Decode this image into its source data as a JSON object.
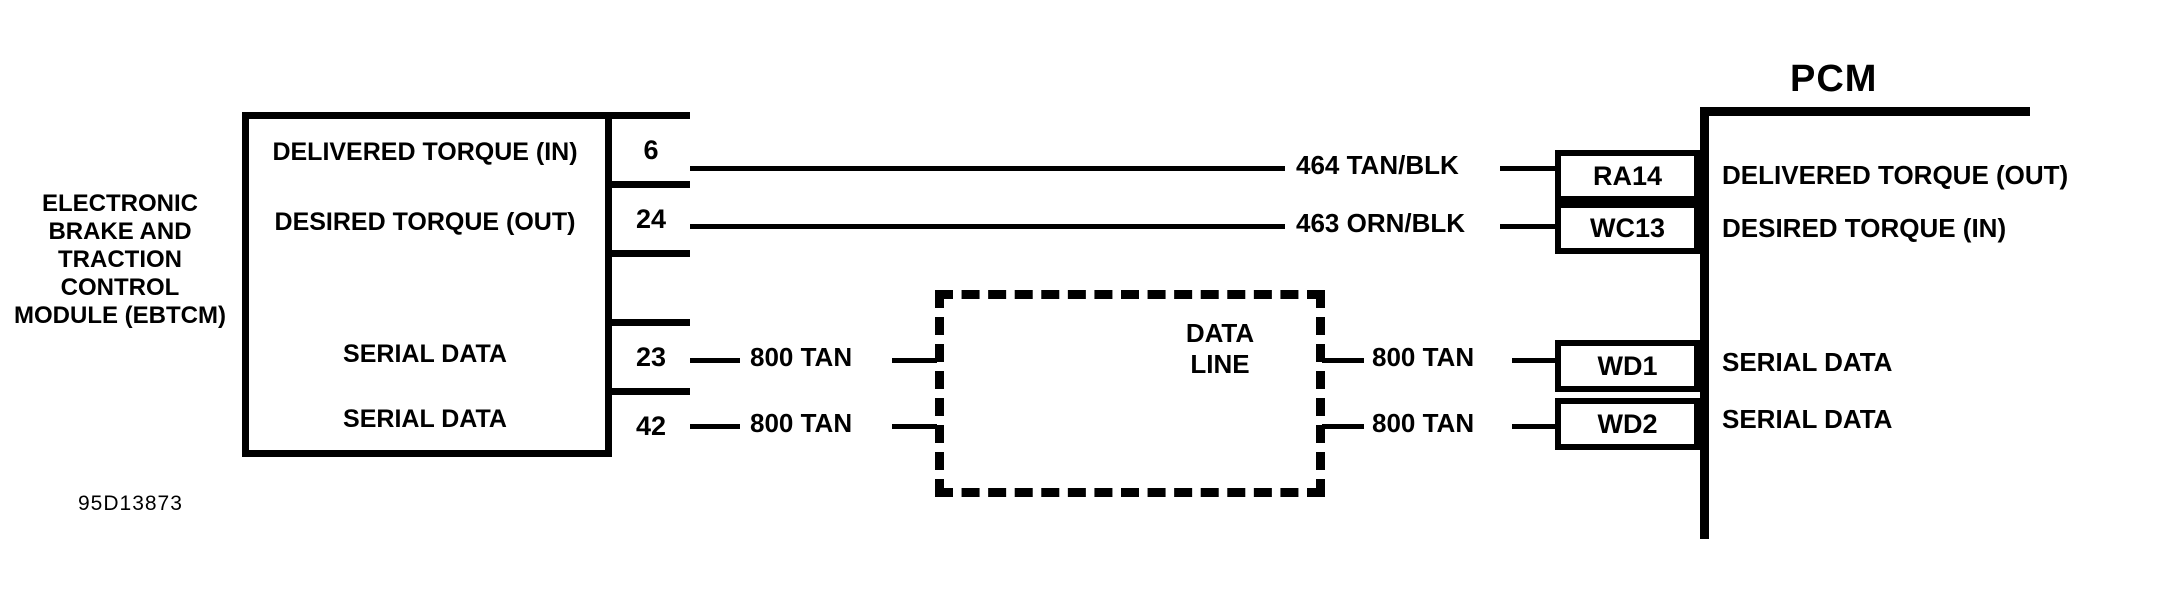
{
  "diagram": {
    "caption": "95D13873"
  },
  "ebtcm": {
    "label": "ELECTRONIC BRAKE AND TRACTION CONTROL MODULE (EBTCM)",
    "signals": [
      "DELIVERED TORQUE (IN)",
      "DESIRED  TORQUE (OUT)",
      "SERIAL DATA",
      "SERIAL DATA"
    ],
    "pins": [
      "6",
      "24",
      "",
      "23",
      "42"
    ]
  },
  "wires": {
    "left": [
      {
        "label": "",
        "pin": "6"
      },
      {
        "label": "",
        "pin": "24"
      },
      {
        "label": "800 TAN",
        "pin": "23"
      },
      {
        "label": "800 TAN",
        "pin": "42"
      }
    ],
    "right": [
      {
        "label": "464 TAN/BLK"
      },
      {
        "label": "463 ORN/BLK"
      },
      {
        "label": "800 TAN"
      },
      {
        "label": "800 TAN"
      }
    ]
  },
  "data_line": {
    "line1": "DATA",
    "line2": "LINE"
  },
  "pcm": {
    "title": "PCM",
    "pins": [
      "RA14",
      "WC13",
      "WD1",
      "WD2"
    ],
    "labels": [
      "DELIVERED TORQUE  (OUT)",
      "DESIRED TORQUE (IN)",
      "SERIAL DATA",
      "SERIAL DATA"
    ]
  },
  "colors": {
    "ink": "#000000",
    "paper": "#ffffff"
  }
}
